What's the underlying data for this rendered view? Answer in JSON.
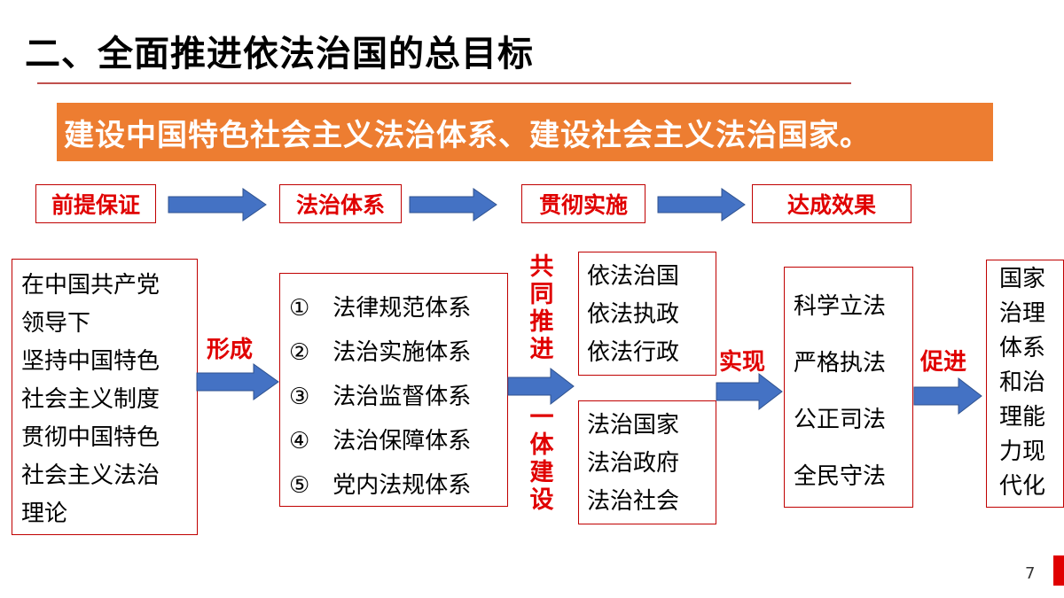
{
  "title": "二、全面推进依法治国的总目标",
  "banner": "建设中国特色社会主义法治体系、建设社会主义法治国家。",
  "stages": [
    "前提保证",
    "法治体系",
    "贯彻实施",
    "达成效果"
  ],
  "premise": [
    "在中国共产党",
    "领导下",
    "坚持中国特色",
    "社会主义制度",
    "贯彻中国特色",
    "社会主义法治",
    "理论"
  ],
  "label_form": "形成",
  "systems": [
    "①　法律规范体系",
    "②　法治实施体系",
    "③　法治监督体系",
    "④　法治保障体系",
    "⑤　党内法规体系"
  ],
  "vertical_top": [
    "共",
    "同",
    "推",
    "进"
  ],
  "vertical_bottom": [
    "一",
    "体",
    "建",
    "设"
  ],
  "group_top": [
    "依法治国",
    "依法执政",
    "依法行政"
  ],
  "group_bottom": [
    "法治国家",
    "法治政府",
    "法治社会"
  ],
  "label_realize": "实现",
  "practices": [
    "科学立法",
    "严格执法",
    "公正司法",
    "全民守法"
  ],
  "label_promote": "促进",
  "result": [
    "国家",
    "治理",
    "体系",
    "和治",
    "理能",
    "力现",
    "代化"
  ],
  "page_number": "7",
  "colors": {
    "accent_red": "#e00000",
    "banner_orange": "#ed7d31",
    "arrow_blue": "#4472c4"
  }
}
